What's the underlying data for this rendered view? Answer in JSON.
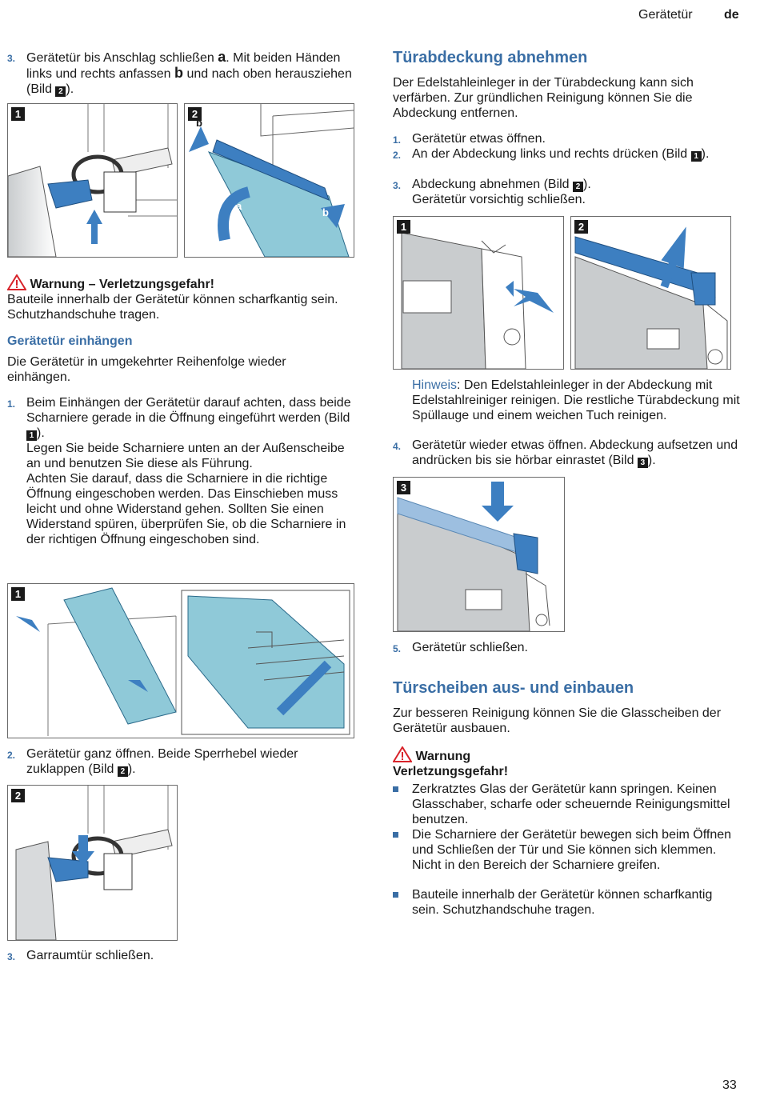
{
  "header": {
    "section": "Gerätetür",
    "lang": "de"
  },
  "page_number": "33",
  "left": {
    "step3": {
      "num": "3.",
      "text_a": "Gerätetür bis Anschlag schließen ",
      "a": "a",
      "text_b": ". Mit beiden Händen links und rechts anfassen ",
      "b": "b",
      "text_c": " und nach oben herausziehen (Bild ",
      "ref": "2",
      "text_d": ")."
    },
    "fig1": {
      "badge": "1"
    },
    "fig2": {
      "badge": "2",
      "label_a": "a",
      "label_b": "b",
      "label_b2": "b"
    },
    "warning": {
      "title": "Warnung – Verletzungsgefahr!",
      "text": "Bauteile innerhalb der Gerätetür können scharfkantig sein. Schutzhandschuhe tragen."
    },
    "einhaengen": {
      "title": "Gerätetür einhängen",
      "intro": "Die Gerätetür in umgekehrter Reihenfolge wieder einhängen.",
      "step1": {
        "num": "1.",
        "text_a": "Beim Einhängen der Gerätetür darauf achten, dass beide Scharniere gerade in die Öffnung eingeführt werden (Bild ",
        "ref": "1",
        "text_b": ").",
        "p2": "Legen Sie beide Scharniere unten an der Außenscheibe an und benutzen Sie diese als Führung.",
        "p3": "Achten Sie darauf, dass die Scharniere in die richtige Öffnung eingeschoben werden. Das Einschieben muss leicht und ohne Widerstand gehen. Sollten Sie einen Widerstand spüren, überprüfen Sie, ob die Scharniere in der richtigen Öffnung eingeschoben sind."
      },
      "fig1": {
        "badge": "1"
      },
      "step2": {
        "num": "2.",
        "text_a": "Gerätetür ganz öffnen. Beide Sperrhebel wieder zuklappen (Bild ",
        "ref": "2",
        "text_b": ")."
      },
      "fig2": {
        "badge": "2"
      },
      "step3": {
        "num": "3.",
        "text": "Garraumtür schließen."
      }
    }
  },
  "right": {
    "abdeckung": {
      "title": "Türabdeckung abnehmen",
      "intro": "Der Edelstahleinleger in der Türabdeckung kann sich verfärben. Zur gründlichen Reinigung können Sie die Abdeckung entfernen.",
      "step1": {
        "num": "1.",
        "text": "Gerätetür etwas öffnen."
      },
      "step2": {
        "num": "2.",
        "text_a": "An der Abdeckung links und rechts drücken (Bild ",
        "ref": "1",
        "text_b": ")."
      },
      "step3": {
        "num": "3.",
        "text_a": "Abdeckung abnehmen (Bild ",
        "ref": "2",
        "text_b": ").",
        "p2": "Gerätetür vorsichtig schließen."
      },
      "fig1": {
        "badge": "1"
      },
      "fig2": {
        "badge": "2"
      },
      "hint": {
        "label": "Hinweis",
        "text": ": Den Edelstahleinleger in der Abdeckung mit Edelstahlreiniger reinigen. Die restliche Türabdeckung mit Spüllauge und einem weichen Tuch reinigen."
      },
      "step4": {
        "num": "4.",
        "text_a": "Gerätetür wieder etwas öffnen. Abdeckung aufsetzen und andrücken bis sie hörbar einrastet (Bild ",
        "ref": "3",
        "text_b": ")."
      },
      "fig3": {
        "badge": "3"
      },
      "step5": {
        "num": "5.",
        "text": "Gerätetür schließen."
      }
    },
    "scheiben": {
      "title": "Türscheiben aus- und einbauen",
      "intro": "Zur besseren Reinigung können Sie die Glasscheiben der Gerätetür ausbauen.",
      "warning_title": "Warnung",
      "warning_sub": "Verletzungsgefahr!",
      "bullets": [
        "Zerkratztes Glas der Gerätetür kann springen. Keinen Glasschaber, scharfe oder scheuernde Reinigungsmittel benutzen.",
        "Die Scharniere der Gerätetür bewegen sich beim Öffnen und Schließen der Tür und Sie können sich klemmen. Nicht in den Bereich der Scharniere greifen.",
        "Bauteile innerhalb der Gerätetür können scharfkantig sein. Schutzhandschuhe tragen."
      ]
    }
  },
  "colors": {
    "accent": "#3a6ea5",
    "glass": "#8fc9d8",
    "part_blue": "#3d7fc1",
    "warning_red": "#d8232a"
  }
}
